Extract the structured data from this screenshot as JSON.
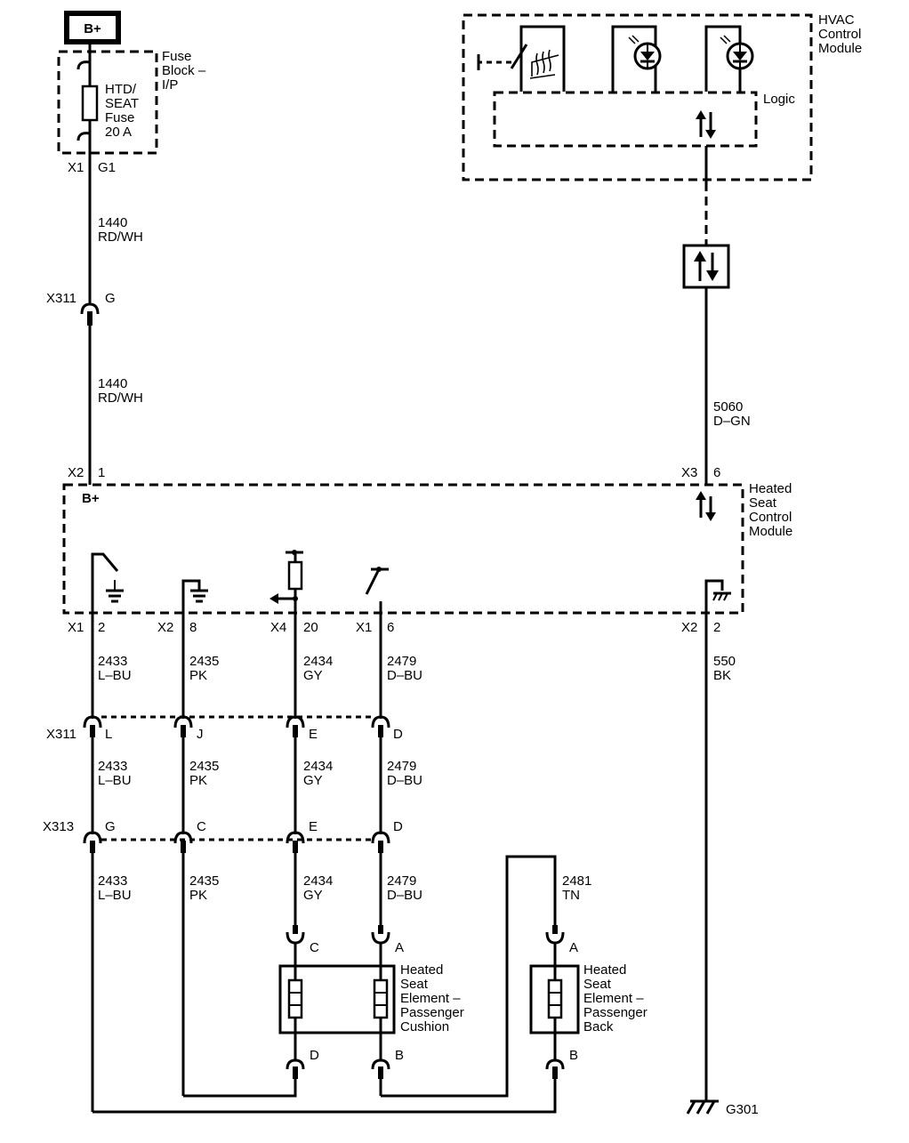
{
  "power": {
    "label": "B+"
  },
  "fuse_block": {
    "title": [
      "Fuse",
      "Block –",
      "I/P"
    ],
    "fuse_label": [
      "HTD/",
      "SEAT",
      "Fuse",
      "20 A"
    ],
    "conn": "X1",
    "pin": "G1"
  },
  "hvac": {
    "title": [
      "HVAC",
      "Control",
      "Module"
    ],
    "logic_label": "Logic"
  },
  "heated_seat_module": {
    "title": [
      "Heated",
      "Seat",
      "Control",
      "Module"
    ],
    "bplus_label": "B+"
  },
  "connectors": {
    "x311_top": {
      "id": "X311",
      "pin": "G"
    },
    "x2_top": {
      "id": "X2",
      "pin": "1"
    },
    "x3_top": {
      "id": "X3",
      "pin": "6"
    },
    "x1_a": {
      "id": "X1",
      "pin": "2"
    },
    "x2_b": {
      "id": "X2",
      "pin": "8"
    },
    "x4": {
      "id": "X4",
      "pin": "20"
    },
    "x1_b": {
      "id": "X1",
      "pin": "6"
    },
    "x2_c": {
      "id": "X2",
      "pin": "2"
    },
    "x311_row": {
      "id": "X311",
      "pins": [
        "L",
        "J",
        "E",
        "D"
      ]
    },
    "x313_row": {
      "id": "X313",
      "pins": [
        "G",
        "C",
        "E",
        "D"
      ]
    },
    "cushion_top": [
      "C",
      "A"
    ],
    "cushion_bottom": [
      "D",
      "B"
    ],
    "back_top": "A",
    "back_bottom": "B"
  },
  "wires": {
    "w1440": {
      "circuit": "1440",
      "color": "RD/WH"
    },
    "w5060": {
      "circuit": "5060",
      "color": "D–GN"
    },
    "w2433": {
      "circuit": "2433",
      "color": "L–BU"
    },
    "w2435": {
      "circuit": "2435",
      "color": "PK"
    },
    "w2434": {
      "circuit": "2434",
      "color": "GY"
    },
    "w2479": {
      "circuit": "2479",
      "color": "D–BU"
    },
    "w550": {
      "circuit": "550",
      "color": "BK"
    },
    "w2481": {
      "circuit": "2481",
      "color": "TN"
    }
  },
  "components": {
    "cushion": [
      "Heated",
      "Seat",
      "Element –",
      "Passenger",
      "Cushion"
    ],
    "back": [
      "Heated",
      "Seat",
      "Element –",
      "Passenger",
      "Back"
    ]
  },
  "ground": {
    "label": "G301"
  }
}
